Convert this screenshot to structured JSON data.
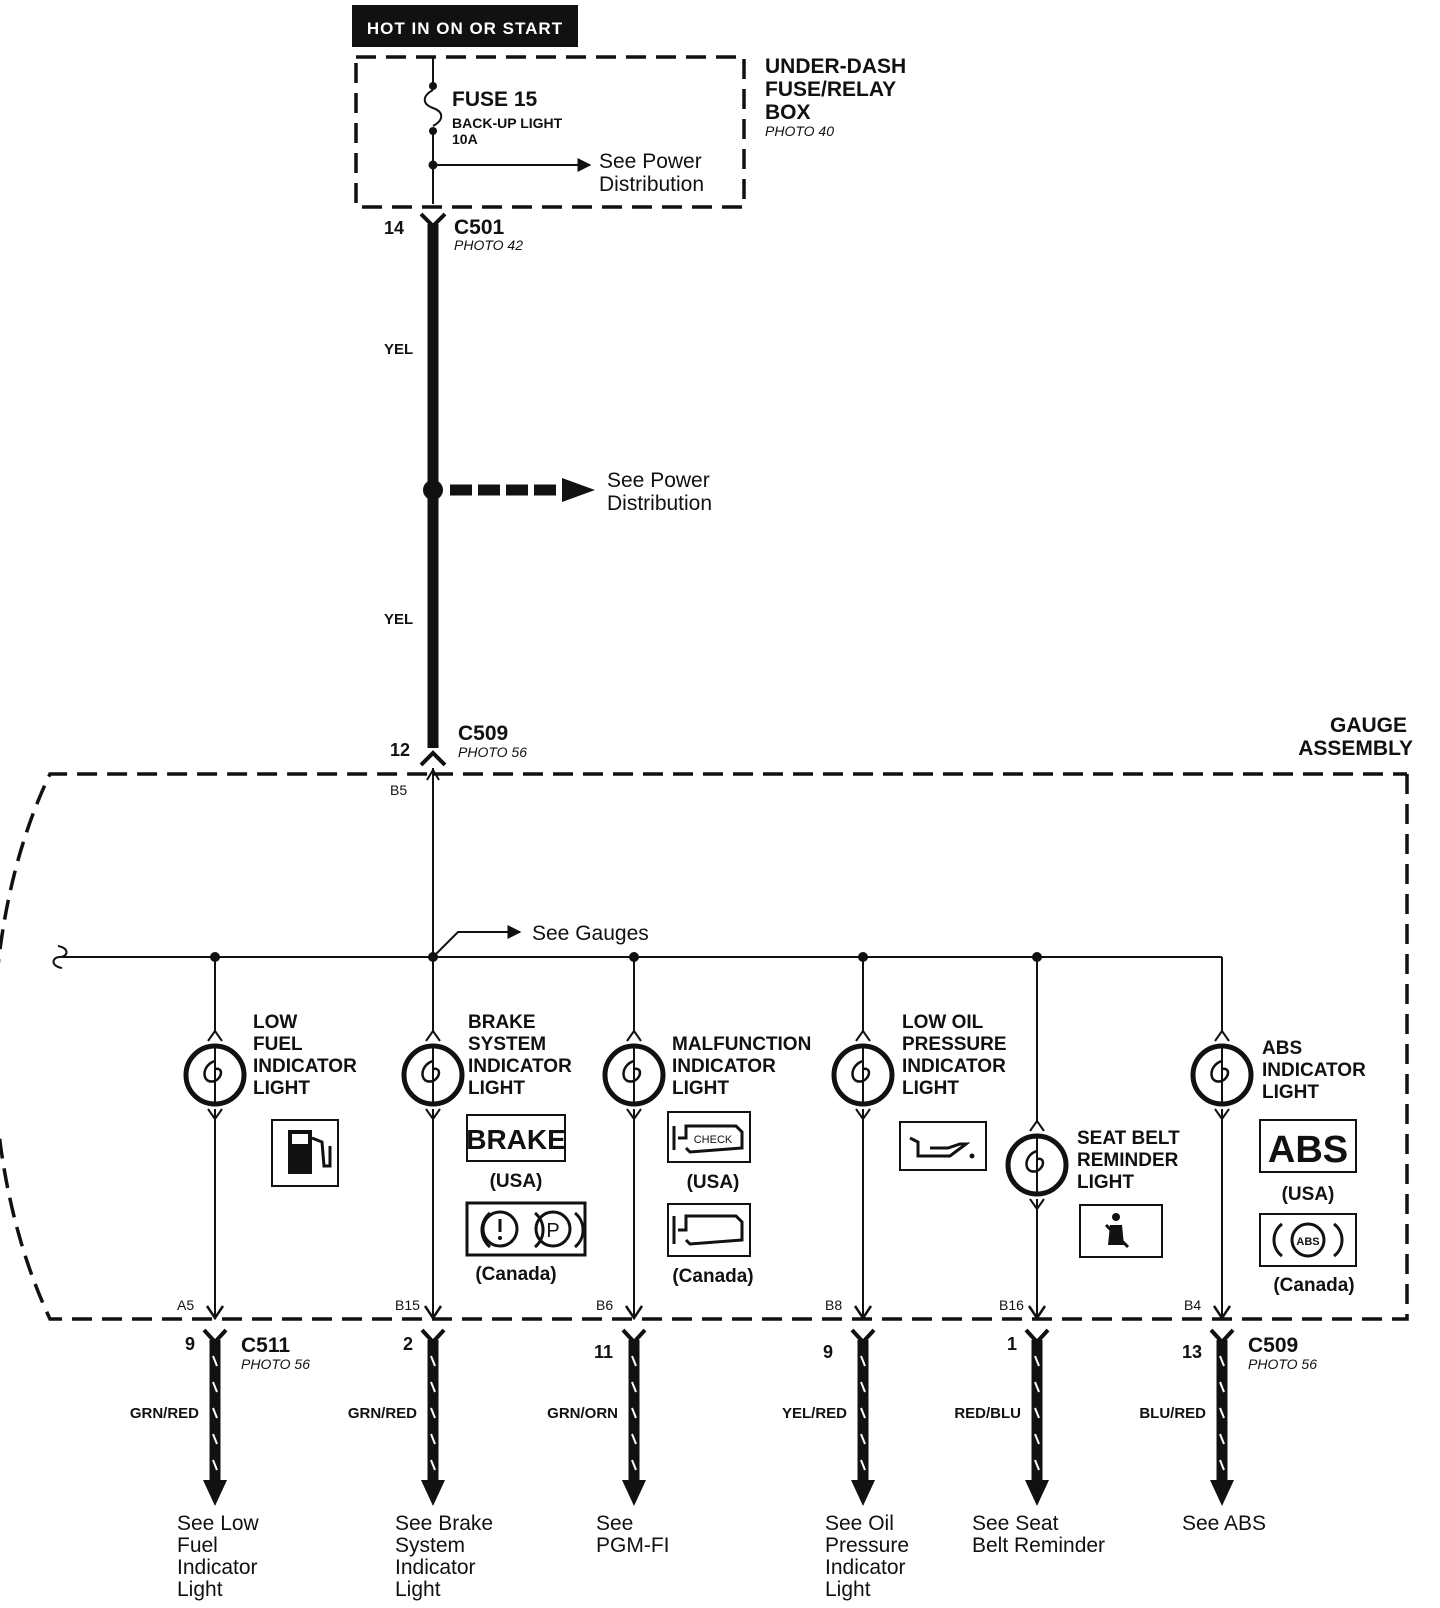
{
  "header": {
    "hot_label": "HOT IN ON OR START"
  },
  "fuse_box": {
    "name_lines": [
      "UNDER-DASH",
      "FUSE/RELAY",
      "BOX"
    ],
    "photo": "PHOTO 40",
    "fuse_name": "FUSE 15",
    "fuse_desc": "BACK-UP LIGHT",
    "fuse_rating": "10A",
    "ref_lines": [
      "See Power",
      "Distribution"
    ]
  },
  "connector_c501": {
    "pin": "14",
    "name": "C501",
    "photo": "PHOTO 42"
  },
  "wire_top": {
    "color1": "YEL",
    "color2": "YEL"
  },
  "splice_ref": {
    "lines": [
      "See Power",
      "Distribution"
    ]
  },
  "connector_c509_top": {
    "pin": "12",
    "name": "C509",
    "photo": "PHOTO 56",
    "inner_pin": "B5"
  },
  "gauge_assembly": {
    "lines": [
      "GAUGE",
      "ASSEMBLY"
    ],
    "gauges_ref": "See Gauges"
  },
  "indicators": [
    {
      "label_lines": [
        "LOW",
        "FUEL",
        "INDICATOR",
        "LIGHT"
      ],
      "icon": "fuel-pump-icon",
      "inner_pin": "A5",
      "pin": "9",
      "connector": "C511",
      "photo": "PHOTO 56",
      "wire": "GRN/RED",
      "see_lines": [
        "See Low",
        "Fuel",
        "Indicator",
        "Light"
      ]
    },
    {
      "label_lines": [
        "BRAKE",
        "SYSTEM",
        "INDICATOR",
        "LIGHT"
      ],
      "icon": "brake-icon",
      "usa_text": "BRAKE",
      "usa_label": "(USA)",
      "canada_label": "(Canada)",
      "inner_pin": "B15",
      "pin": "2",
      "wire": "GRN/RED",
      "see_lines": [
        "See Brake",
        "System",
        "Indicator",
        "Light"
      ]
    },
    {
      "label_lines": [
        "MALFUNCTION",
        "INDICATOR",
        "LIGHT"
      ],
      "icon": "check-engine-icon",
      "usa_text": "CHECK",
      "usa_label": "(USA)",
      "canada_label": "(Canada)",
      "inner_pin": "B6",
      "pin": "11",
      "wire": "GRN/ORN",
      "see_lines": [
        "See",
        "PGM-FI"
      ]
    },
    {
      "label_lines": [
        "LOW OIL",
        "PRESSURE",
        "INDICATOR",
        "LIGHT"
      ],
      "icon": "oil-can-icon",
      "inner_pin": "B8",
      "pin": "9",
      "wire": "YEL/RED",
      "see_lines": [
        "See Oil",
        "Pressure",
        "Indicator",
        "Light"
      ]
    },
    {
      "label_lines": [
        "SEAT BELT",
        "REMINDER",
        "LIGHT"
      ],
      "icon": "seat-belt-icon",
      "inner_pin": "B16",
      "pin": "1",
      "wire": "RED/BLU",
      "see_lines": [
        "See Seat",
        "Belt Reminder"
      ]
    },
    {
      "label_lines": [
        "ABS",
        "INDICATOR",
        "LIGHT"
      ],
      "icon": "abs-icon",
      "usa_text": "ABS",
      "canada_text": "ABS",
      "usa_label": "(USA)",
      "canada_label": "(Canada)",
      "inner_pin": "B4",
      "pin": "13",
      "connector": "C509",
      "photo": "PHOTO 56",
      "wire": "BLU/RED",
      "see_lines": [
        "See ABS"
      ]
    }
  ]
}
